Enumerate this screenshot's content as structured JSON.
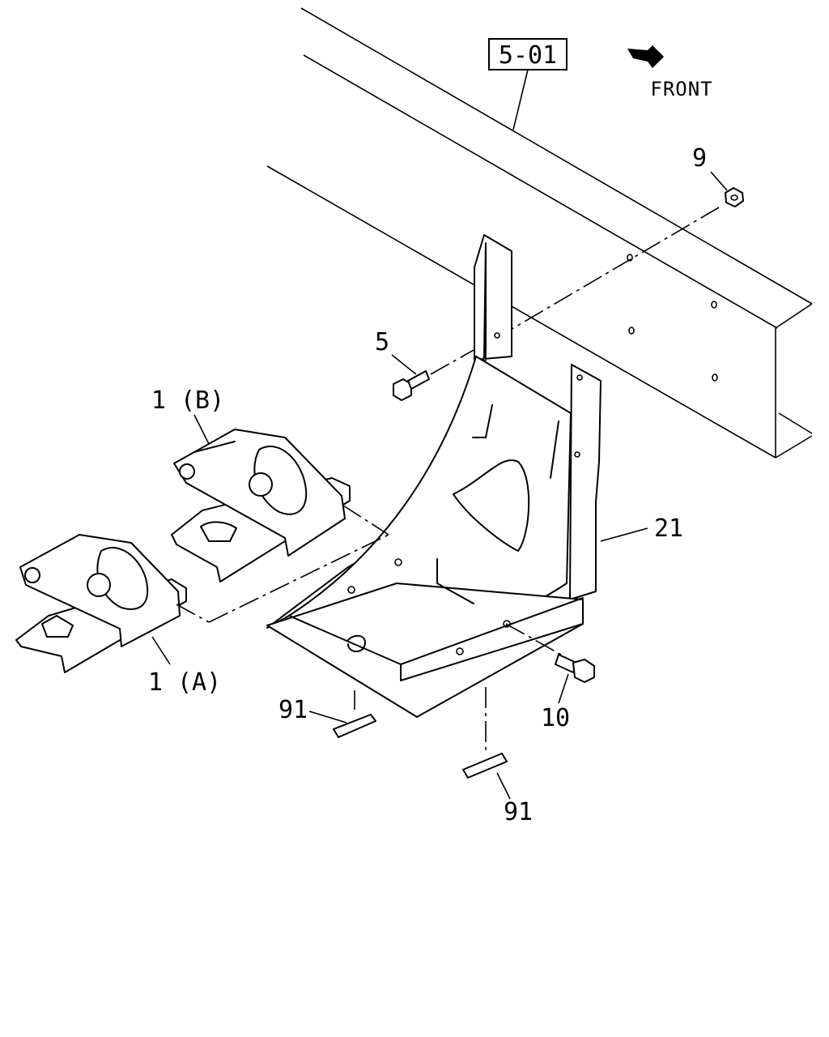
{
  "diagram": {
    "reference_box": "5-01",
    "front_label": "FRONT",
    "callouts": {
      "nut": "9",
      "bolt_upper": "5",
      "bracket_b": "1 (B)",
      "bracket_a": "1 (A)",
      "carrier": "21",
      "bolt_lower": "10",
      "pad_left": "91",
      "pad_right": "91"
    }
  }
}
